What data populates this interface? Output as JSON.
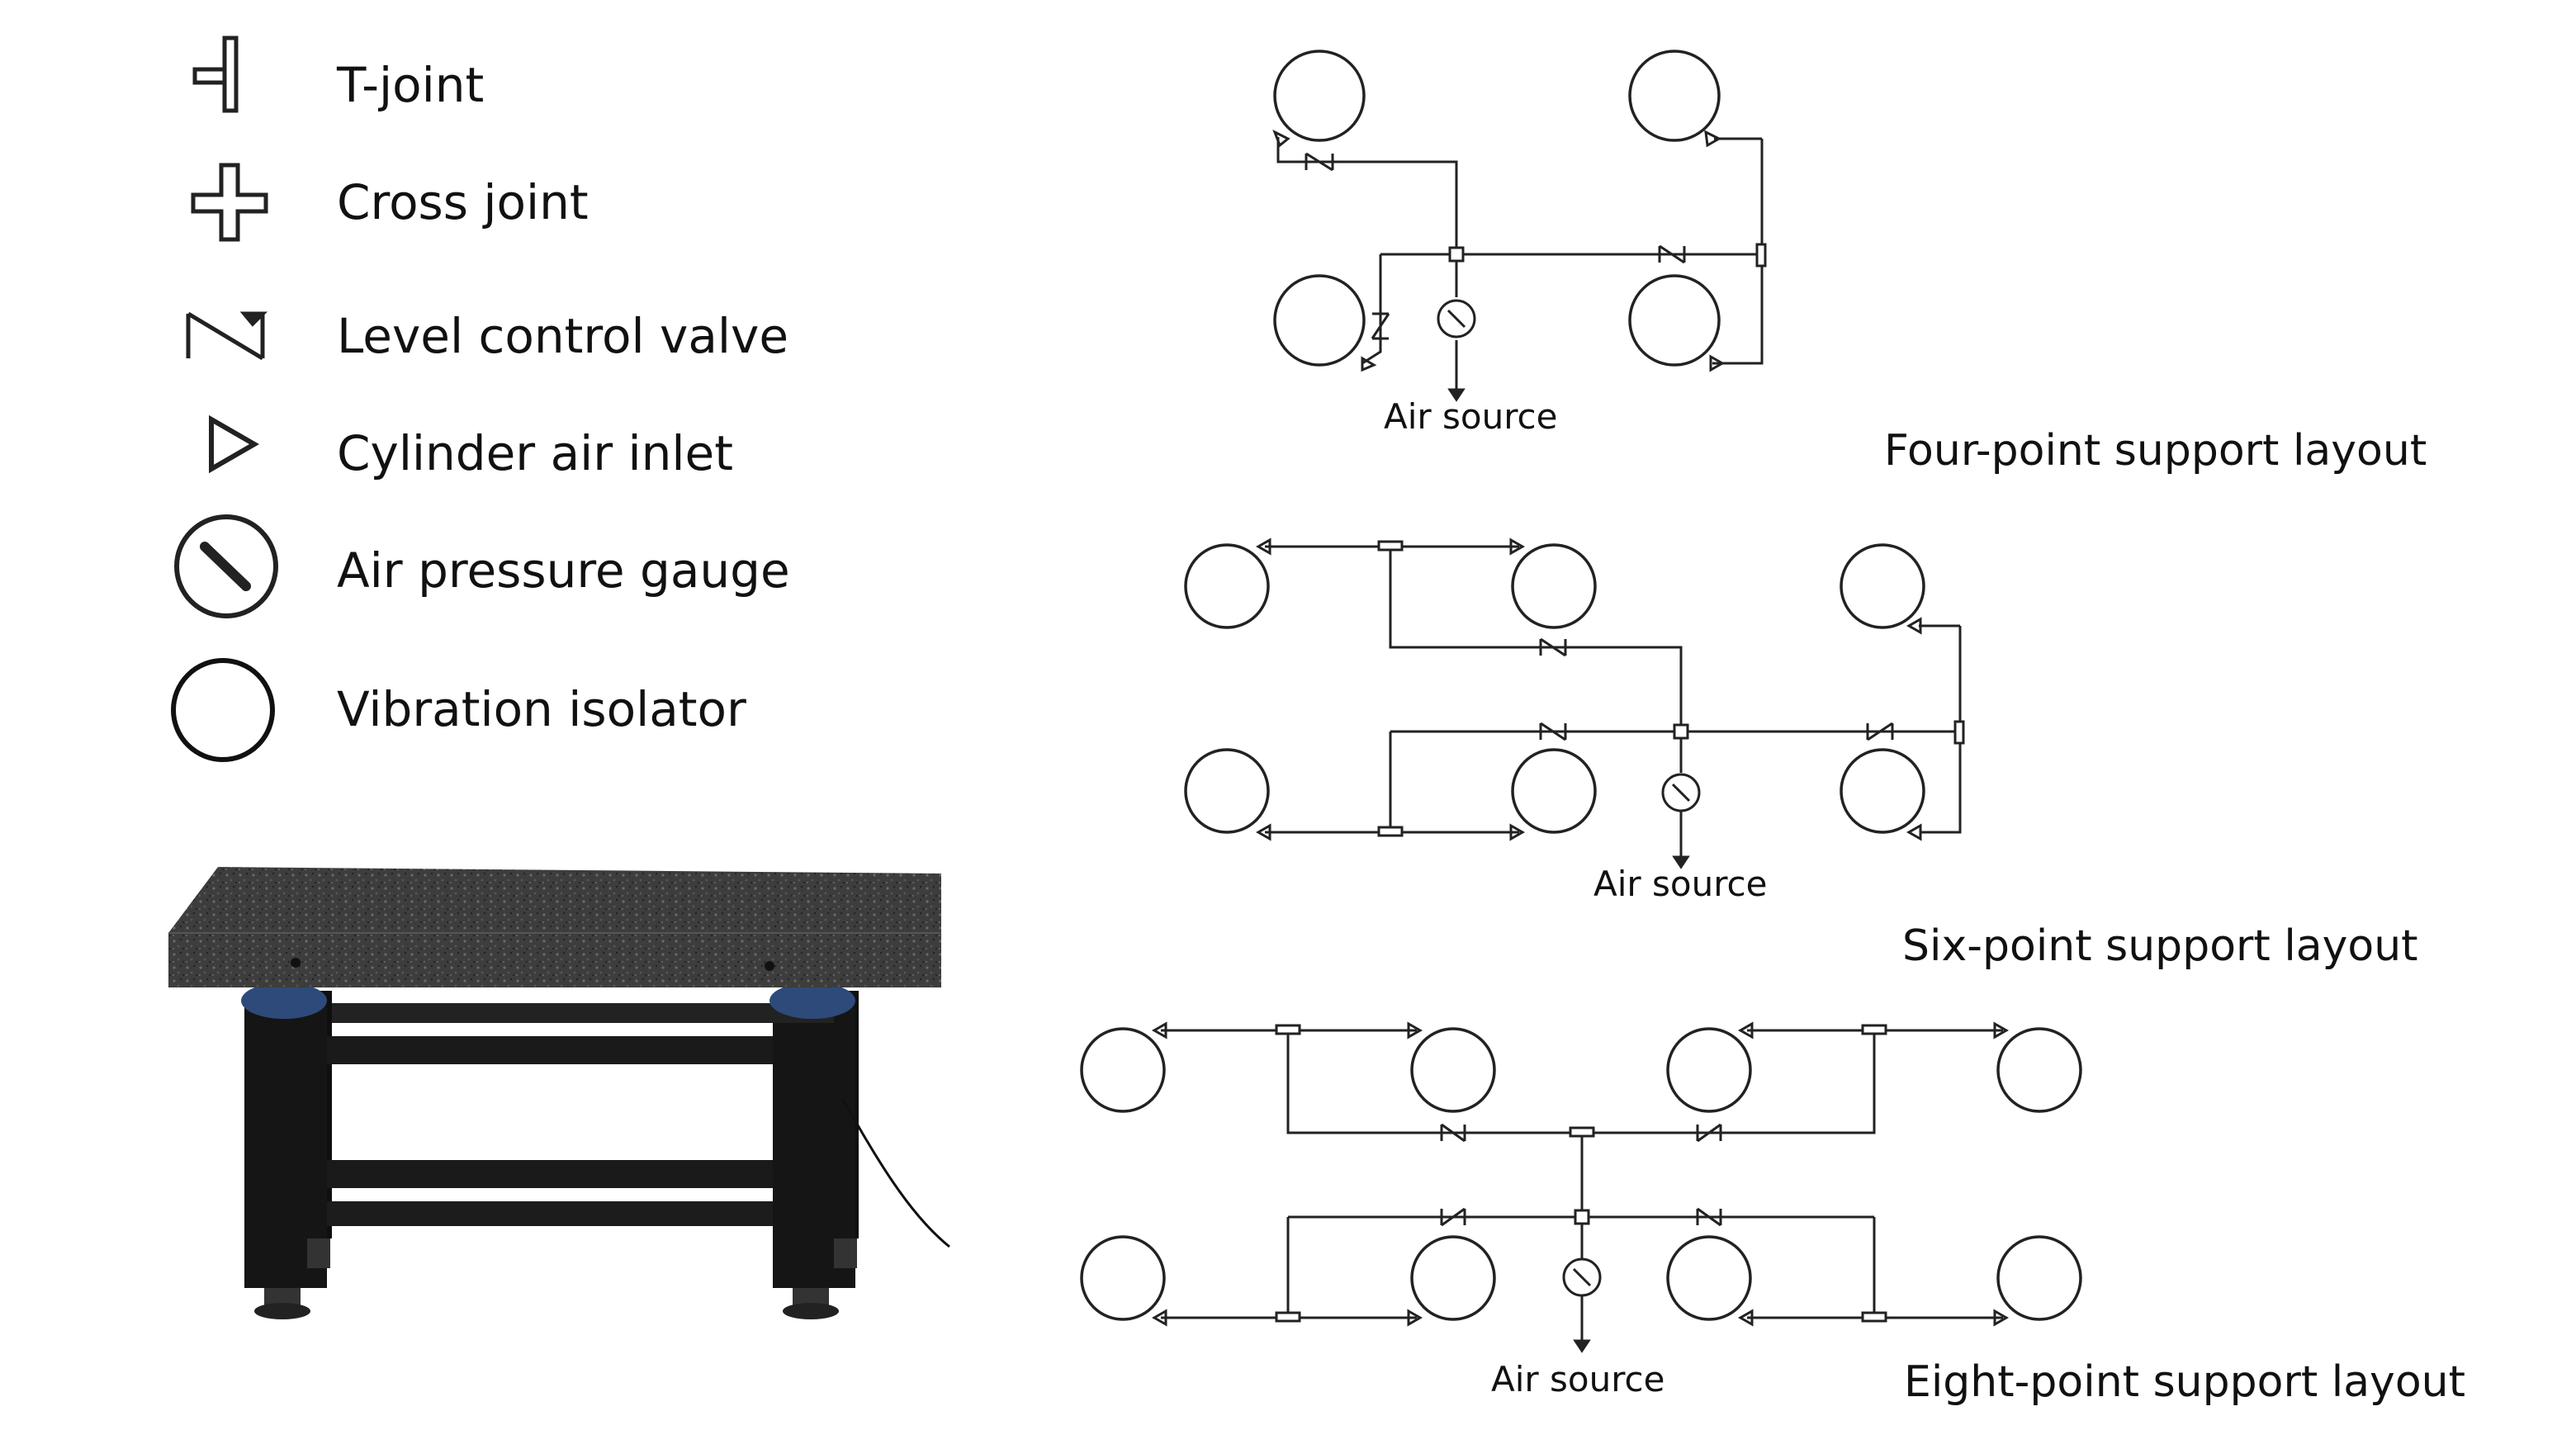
{
  "legend": [
    {
      "icon": "t-joint-icon",
      "label": "T-joint"
    },
    {
      "icon": "cross-joint-icon",
      "label": "Cross joint"
    },
    {
      "icon": "level-control-valve-icon",
      "label": "Level control valve"
    },
    {
      "icon": "cylinder-air-inlet-icon",
      "label": "Cylinder air inlet"
    },
    {
      "icon": "air-pressure-gauge-icon",
      "label": "Air pressure gauge"
    },
    {
      "icon": "vibration-isolator-icon",
      "label": "Vibration isolator"
    }
  ],
  "layouts": {
    "four": {
      "title": "Four-point support layout",
      "air_label": "Air source"
    },
    "six": {
      "title": "Six-point support layout",
      "air_label": "Air source"
    },
    "eight": {
      "title": "Eight-point support layout",
      "air_label": "Air source"
    }
  },
  "colors": {
    "line": "#222222",
    "table_top": "#3a3a3a",
    "frame": "#111111",
    "isolator_blue": "#2d4a7a"
  }
}
